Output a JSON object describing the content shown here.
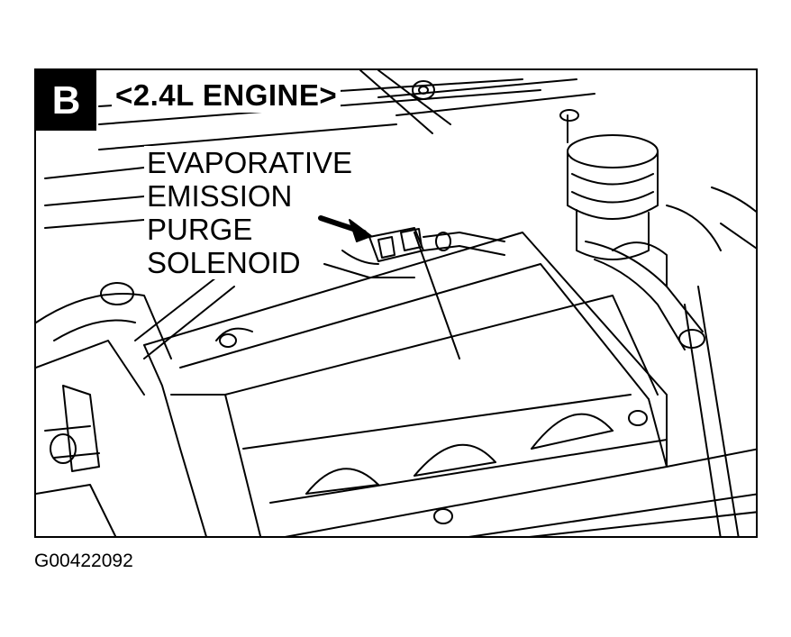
{
  "figure": {
    "badge": "B",
    "engine_label": "<2.4L ENGINE>",
    "callout": [
      "EVAPORATIVE",
      "EMISSION",
      "PURGE",
      "SOLENOID"
    ],
    "figure_id": "G00422092"
  }
}
